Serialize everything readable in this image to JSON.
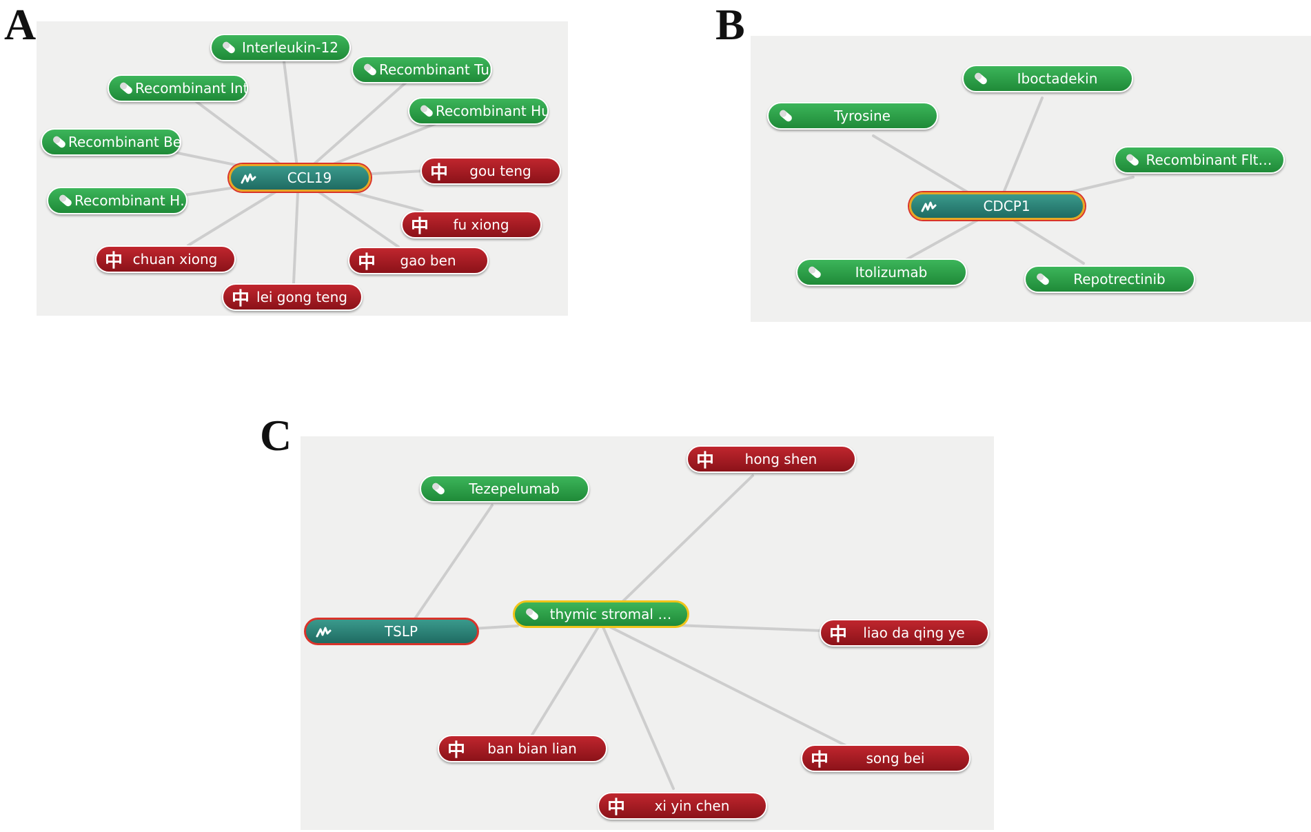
{
  "panels": {
    "a": {
      "letter": "A",
      "hub": "CCL19",
      "drugs": [
        "Interleukin-12",
        "Recombinant Tum…",
        "Recombinant Int…",
        "Recombinant Hu…",
        "Recombinant Be…",
        "Recombinant H…"
      ],
      "herbs": [
        "gou teng",
        "fu xiong",
        "chuan xiong",
        "gao ben",
        "lei gong teng"
      ]
    },
    "b": {
      "letter": "B",
      "hub": "CDCP1",
      "drugs": [
        "Iboctadekin",
        "Tyrosine",
        "Recombinant Flt…",
        "Itolizumab",
        "Repotrectinib"
      ]
    },
    "c": {
      "letter": "C",
      "target": "TSLP",
      "hub": "thymic stromal …",
      "drugs": [
        "Tezepelumab"
      ],
      "herbs": [
        "hong shen",
        "liao da qing ye",
        "ban bian lian",
        "song bei",
        "xi yin chen"
      ]
    }
  },
  "icons": {
    "drug": "pill-icon",
    "herb": "chinese-medicine-icon",
    "target": "protein-icon"
  },
  "colors": {
    "drug": "#2a9e48",
    "herb": "#a81b23",
    "target": "#2b7f74",
    "panel_bg": "#f0f0ef"
  }
}
